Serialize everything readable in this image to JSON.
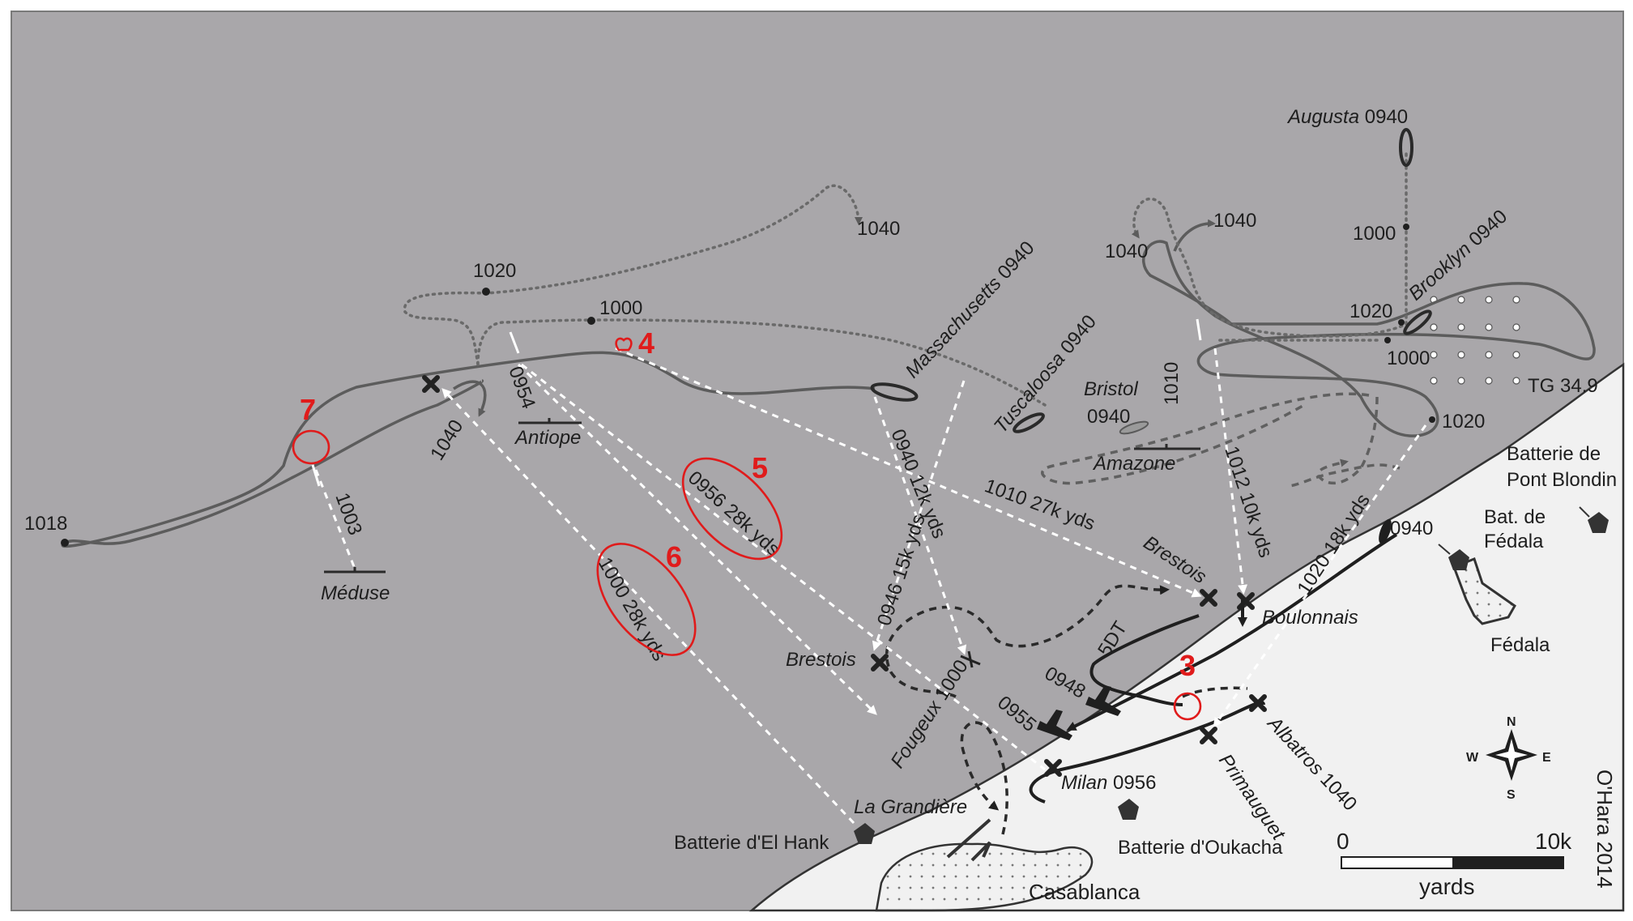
{
  "ships": {
    "augusta": "Augusta",
    "brooklyn": "Brooklyn",
    "massachusetts": "Massachusetts",
    "tuscaloosa": "Tuscaloosa",
    "bristol": "Bristol",
    "amazone": "Amazone",
    "antiope": "Antiope",
    "meduse": "Méduse",
    "brestois": "Brestois",
    "boulonnais": "Boulonnais",
    "albatros": "Albatros",
    "primauguet": "Primauguet",
    "milan": "Milan",
    "fougeux": "Fougeux",
    "la_grandiere": "La Grandière"
  },
  "times": {
    "t0940": "0940",
    "t0946": "0946",
    "t0948": "0948",
    "t0954": "0954",
    "t0955": "0955",
    "t0956": "0956",
    "t1000": "1000",
    "t1003": "1003",
    "t1010": "1010",
    "t1012": "1012",
    "t1018": "1018",
    "t1020": "1020",
    "t1040": "1040"
  },
  "fire_labels": {
    "f0940": "0940 12k yds",
    "f0946": "0946 15k yds",
    "f0956": "0956 28k yds",
    "f1000": "1000 28k yds",
    "f1010": "1010 27k yds",
    "f1012": "1012 10k yds",
    "f1020": "1020 18k yds"
  },
  "other_labels": {
    "fougeux_1000": "Fougeux 1000",
    "milan_0956": "Milan 0956",
    "albatros_1040": "Albatros 1040",
    "tg": "TG 34.9",
    "five_dt": "5DT"
  },
  "places": {
    "casablanca": "Casablanca",
    "fedala": "Fédala"
  },
  "batteries": {
    "el_hank": "Batterie d'El Hank",
    "oukacha": "Batterie d'Oukacha",
    "fedala_1": "Bat. de",
    "fedala_2": "Fédala",
    "pont_blondin_1": "Batterie de",
    "pont_blondin_2": "Pont Blondin"
  },
  "compass": {
    "n": "N",
    "s": "S",
    "e": "E",
    "w": "W"
  },
  "scale": {
    "zero": "0",
    "max": "10k",
    "unit": "yards"
  },
  "credit": "O'Hara 2014",
  "annotations": [
    "3",
    "4",
    "5",
    "6",
    "7"
  ],
  "colors": {
    "sea": "#a9a7aa",
    "land": "#f1f1f1",
    "annotation": "#e01b1b"
  }
}
